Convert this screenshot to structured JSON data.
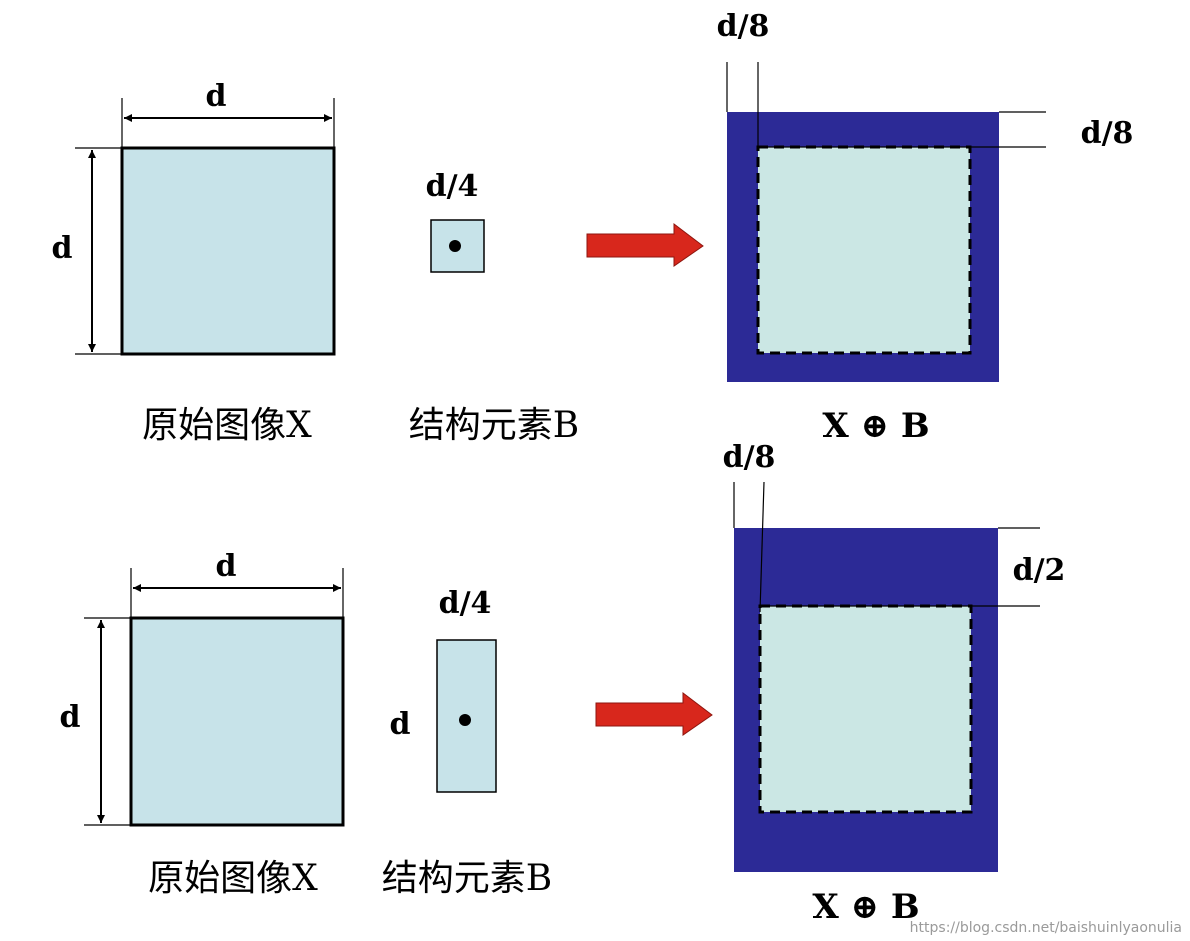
{
  "colors": {
    "light_fill": "#c7e3e9",
    "result_fill": "#cbe7e4",
    "dark_fill": "#2c2a96",
    "arrow": "#d8271c",
    "stroke": "#000000"
  },
  "top": {
    "original": {
      "width_label": "d",
      "height_label": "d",
      "caption": "原始图像X"
    },
    "element": {
      "label": "d/4",
      "caption": "结构元素B"
    },
    "result": {
      "label_top": "d/8",
      "label_right": "d/8",
      "caption": "X ⊕ B"
    }
  },
  "bottom": {
    "original": {
      "width_label": "d",
      "height_label": "d",
      "caption": "原始图像X"
    },
    "element": {
      "width_label": "d/4",
      "height_label": "d",
      "caption": "结构元素B"
    },
    "result": {
      "label_top": "d/8",
      "label_right": "d/2",
      "caption": "X ⊕ B"
    }
  },
  "watermark": "https://blog.csdn.net/baishuinlyaonulia"
}
